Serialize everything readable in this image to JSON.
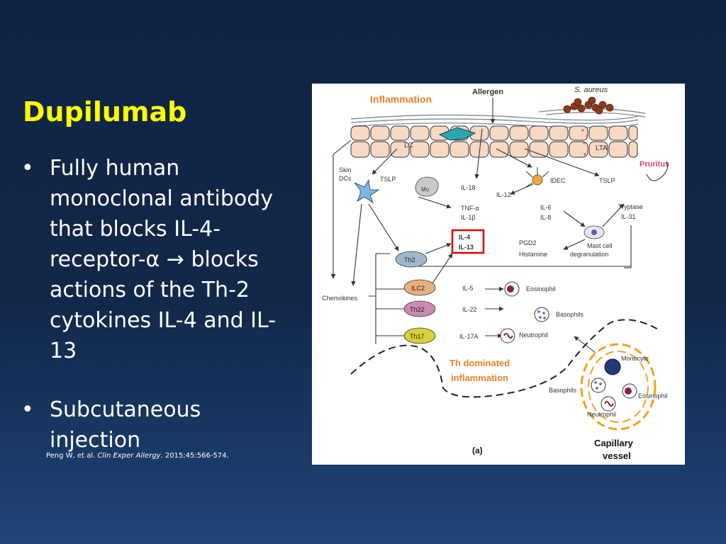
{
  "slide": {
    "title": "Dupilumab",
    "bullets": [
      "Fully human monoclonal antibody that blocks IL-4-receptor-α → blocks actions of the Th-2 cytokines IL-4 and IL-13",
      "Subcutaneous injection"
    ],
    "citation": {
      "authors": "Peng W, et al. ",
      "journal": "Clin Exper Allergy",
      "rest": ". 2015;45:566-574."
    }
  },
  "figure": {
    "labels": {
      "inflammation": "Inflammation",
      "allergen": "Allergen",
      "s_aureus": "S. aureus",
      "lc": "LC",
      "lta": "LTA",
      "pruritus": "Pruritus",
      "skin": "Skin",
      "dcs": "DCs",
      "tslp_left": "TSLP",
      "mo": "Mo",
      "il18": "IL-18",
      "il12": "IL-12",
      "idec": "IDEC",
      "tslp_right": "TSLP",
      "tnfa": "TNF-α",
      "il1b": "IL-1β",
      "il6": "IL-6",
      "il8": "IL-8",
      "tryptase": "Tryptase",
      "il31": "IL-31",
      "il4": "IL-4",
      "il13": "IL-13",
      "pgd2": "PGD2",
      "histamine": "Histamine",
      "mast_cell": "Mast cell",
      "degranulation": "degranulation",
      "th2": "Th2",
      "ilc2": "ILC2",
      "th22": "Th22",
      "th17": "Th17",
      "il5": "IL-5",
      "il22": "IL-22",
      "il17a": "IL-17A",
      "chemokines": "Chemokines",
      "eosinophil": "Eosinophil",
      "basophils": "Basophils",
      "neutrophil": "Neutrophil",
      "th_dominated_1": "Th dominated",
      "th_dominated_2": "inflammation",
      "monocyte": "Monocyte",
      "basophils_vessel": "Basophils",
      "eosinophil_vessel": "Eosinophil",
      "neutrophil_vessel": "Neutrophil",
      "capillary_1": "Capillary",
      "capillary_2": "vessel",
      "panel": "(a)"
    },
    "colors": {
      "highlight": "#e00000",
      "orange_label": "#e8822a",
      "pruritus": "#d9466b"
    }
  }
}
